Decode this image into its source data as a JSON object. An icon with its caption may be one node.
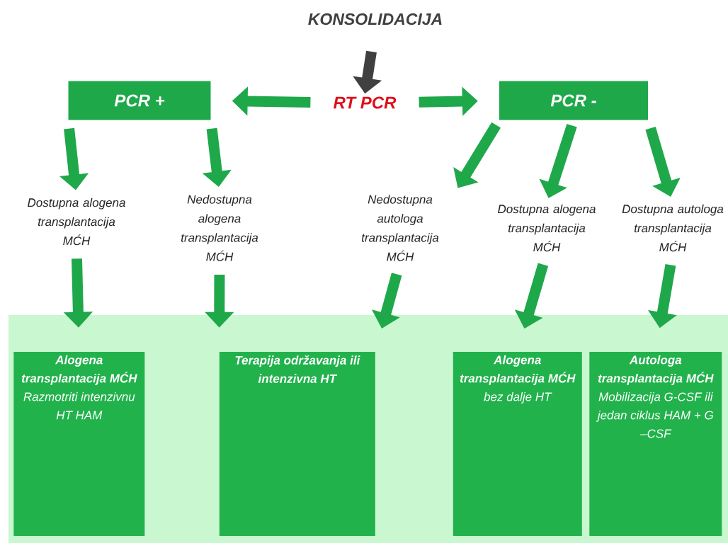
{
  "diagram": {
    "nodes": [
      {
        "text": [
          "KONSOLIDACIJA"
        ]
      },
      {
        "text": [
          "RT PCR"
        ]
      },
      {
        "text": [
          "PCR +"
        ]
      },
      {
        "text": [
          "PCR -"
        ]
      },
      {
        "text": [
          "Dostupna alogena transplantacija MĆH"
        ]
      },
      {
        "text": [
          "Nedostupna alogena transplantacija MĆH"
        ]
      },
      {
        "text": [
          "Nedostupna autologa transplantacija MĆH"
        ]
      },
      {
        "text": [
          "Dostupna alogena transplantacija MĆH"
        ]
      },
      {
        "text": [
          "Dostupna autologa transplantacija MĆH"
        ]
      },
      {
        "text": [],
        "shape": "band"
      },
      {
        "text": [
          "Alogena transplantacija MĆH",
          "Razmotriti intenzivnu HT HAM"
        ],
        "in": 9
      },
      {
        "text": [
          "Terapija održavanja ili intenzivna HT"
        ],
        "in": 9
      },
      {
        "text": [
          "Alogena transplantacija MĆH",
          "bez dalje HT"
        ],
        "in": 9
      },
      {
        "text": [
          "Autologa transplantacija MĆH",
          "Mobilizacija G-CSF ili jedan ciklus HAM + G –CSF"
        ],
        "in": 9
      }
    ],
    "edges": [
      {
        "from": 0,
        "to": 1,
        "arrow": "to",
        "color": "#404040"
      },
      {
        "from": 1,
        "to": 2,
        "arrow": "to"
      },
      {
        "from": 1,
        "to": 3,
        "arrow": "to"
      },
      {
        "from": 2,
        "to": 4,
        "arrow": "to"
      },
      {
        "from": 2,
        "to": 5,
        "arrow": "to"
      },
      {
        "from": 3,
        "to": 6,
        "arrow": "to"
      },
      {
        "from": 3,
        "to": 7,
        "arrow": "to"
      },
      {
        "from": 3,
        "to": 8,
        "arrow": "to"
      },
      {
        "from": 4,
        "to": 10,
        "arrow": "to"
      },
      {
        "from": 5,
        "to": 11,
        "arrow": "to"
      },
      {
        "from": 6,
        "to": 11,
        "arrow": "to"
      },
      {
        "from": 7,
        "to": 12,
        "arrow": "to"
      },
      {
        "from": 8,
        "to": 13,
        "arrow": "to"
      }
    ]
  }
}
